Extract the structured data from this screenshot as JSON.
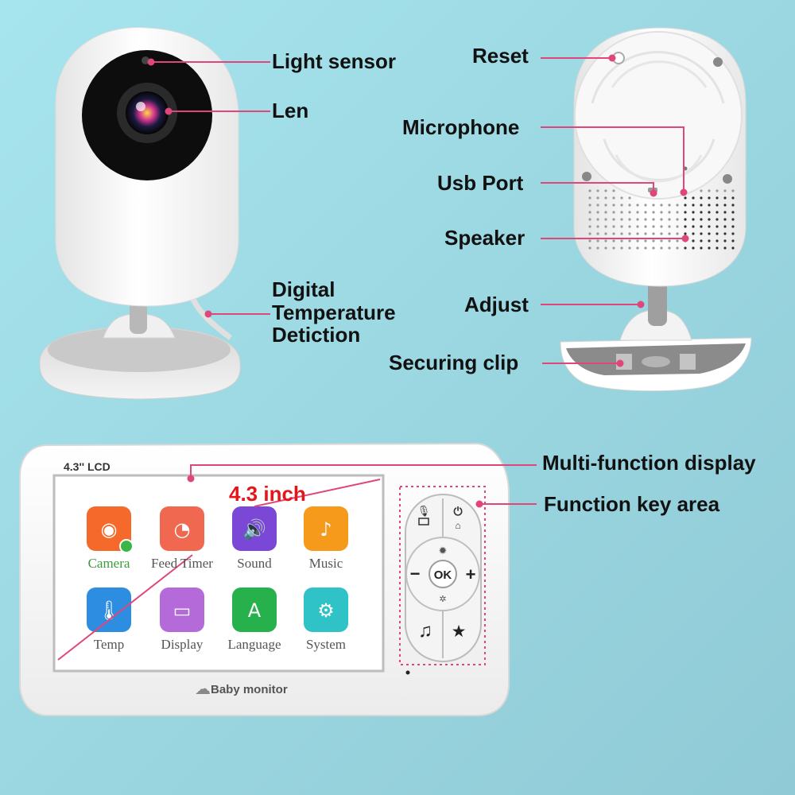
{
  "colors": {
    "callout": "#e0457c",
    "device": "#f7f7f7",
    "accent_red": "#e6151a"
  },
  "labels": {
    "light_sensor": "Light sensor",
    "len": "Len",
    "digital_temp": "Digital Temperature Detiction",
    "reset": "Reset",
    "microphone": "Microphone",
    "usb_port": "Usb Port",
    "speaker": "Speaker",
    "adjust": "Adjust",
    "securing_clip": "Securing clip",
    "multi_function_display": "Multi-function display",
    "function_key_area": "Function key area"
  },
  "monitor": {
    "lcd_tag": "4.3'' LCD",
    "size_label": "4.3 inch",
    "brand": "Baby monitor",
    "apps": [
      {
        "label": "Camera",
        "icon": "camera-icon",
        "color": "#f5692b"
      },
      {
        "label": "Feed Timer",
        "icon": "timer-icon",
        "color": "#f0684f"
      },
      {
        "label": "Sound",
        "icon": "speaker-icon",
        "color": "#7b47d6"
      },
      {
        "label": "Music",
        "icon": "music-note-icon",
        "color": "#f59a1b"
      },
      {
        "label": "Temp",
        "icon": "thermometer-icon",
        "color": "#2d8de0"
      },
      {
        "label": "Display",
        "icon": "monitor-icon",
        "color": "#b46ad8"
      },
      {
        "label": "Language",
        "icon": "language-icon",
        "color": "#26b14d"
      },
      {
        "label": "System",
        "icon": "gear-icon",
        "color": "#2fc3c7"
      }
    ],
    "keys": {
      "ok": "OK",
      "minus": "−",
      "plus": "+"
    }
  }
}
